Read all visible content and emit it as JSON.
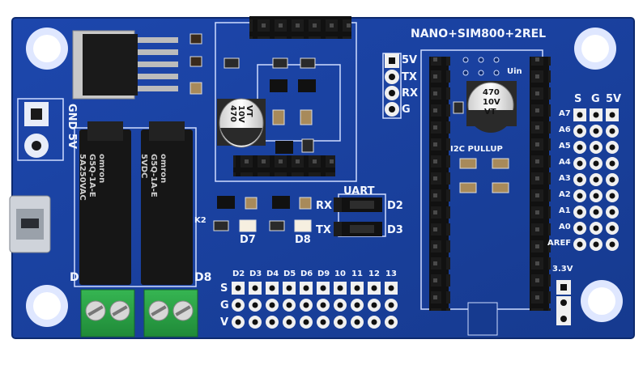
{
  "board": {
    "title": "NANO+SIM800+2REL",
    "colors": {
      "pcb": "#1a3f9c",
      "pcb_dark": "#12307a",
      "silkscreen": "#f2f6ff",
      "header_black": "#111111",
      "terminal_green": "#2fa84a",
      "relay_black": "#161616",
      "mounting_hole": "#ffffff"
    },
    "power_label": "GND 5V",
    "serial_header": {
      "labels": [
        "5V",
        "TX",
        "RX",
        "G"
      ]
    },
    "analog_header": {
      "columns": [
        "S",
        "G",
        "5V"
      ],
      "rows": [
        "A7",
        "A6",
        "A5",
        "A4",
        "A3",
        "A2",
        "A1",
        "A0",
        "AREF"
      ]
    },
    "digital_header": {
      "pins": [
        "D2",
        "D3",
        "D4",
        "D5",
        "D6",
        "D9",
        "10",
        "11",
        "12",
        "13"
      ],
      "rows": [
        "S",
        "G",
        "V"
      ]
    },
    "uart": {
      "title": "UART",
      "rows": [
        {
          "left": "RX",
          "right": "D2"
        },
        {
          "left": "TX",
          "right": "D3"
        }
      ]
    },
    "pullup_label": "I2C PULLUP",
    "leds": [
      "D7",
      "D8"
    ],
    "relay_labels": {
      "left": "D",
      "right": "D8",
      "k2": "K2"
    },
    "capacitor_markings": {
      "large": [
        "470",
        "10V",
        "VT"
      ],
      "small": [
        "470",
        "10V",
        "VT"
      ]
    },
    "relay_markings": [
      "omron",
      "G5Q-1A-E",
      "5VDC",
      "5A250VAC"
    ],
    "header_3v3_label": "3.3V",
    "uin_label": "Uin"
  }
}
